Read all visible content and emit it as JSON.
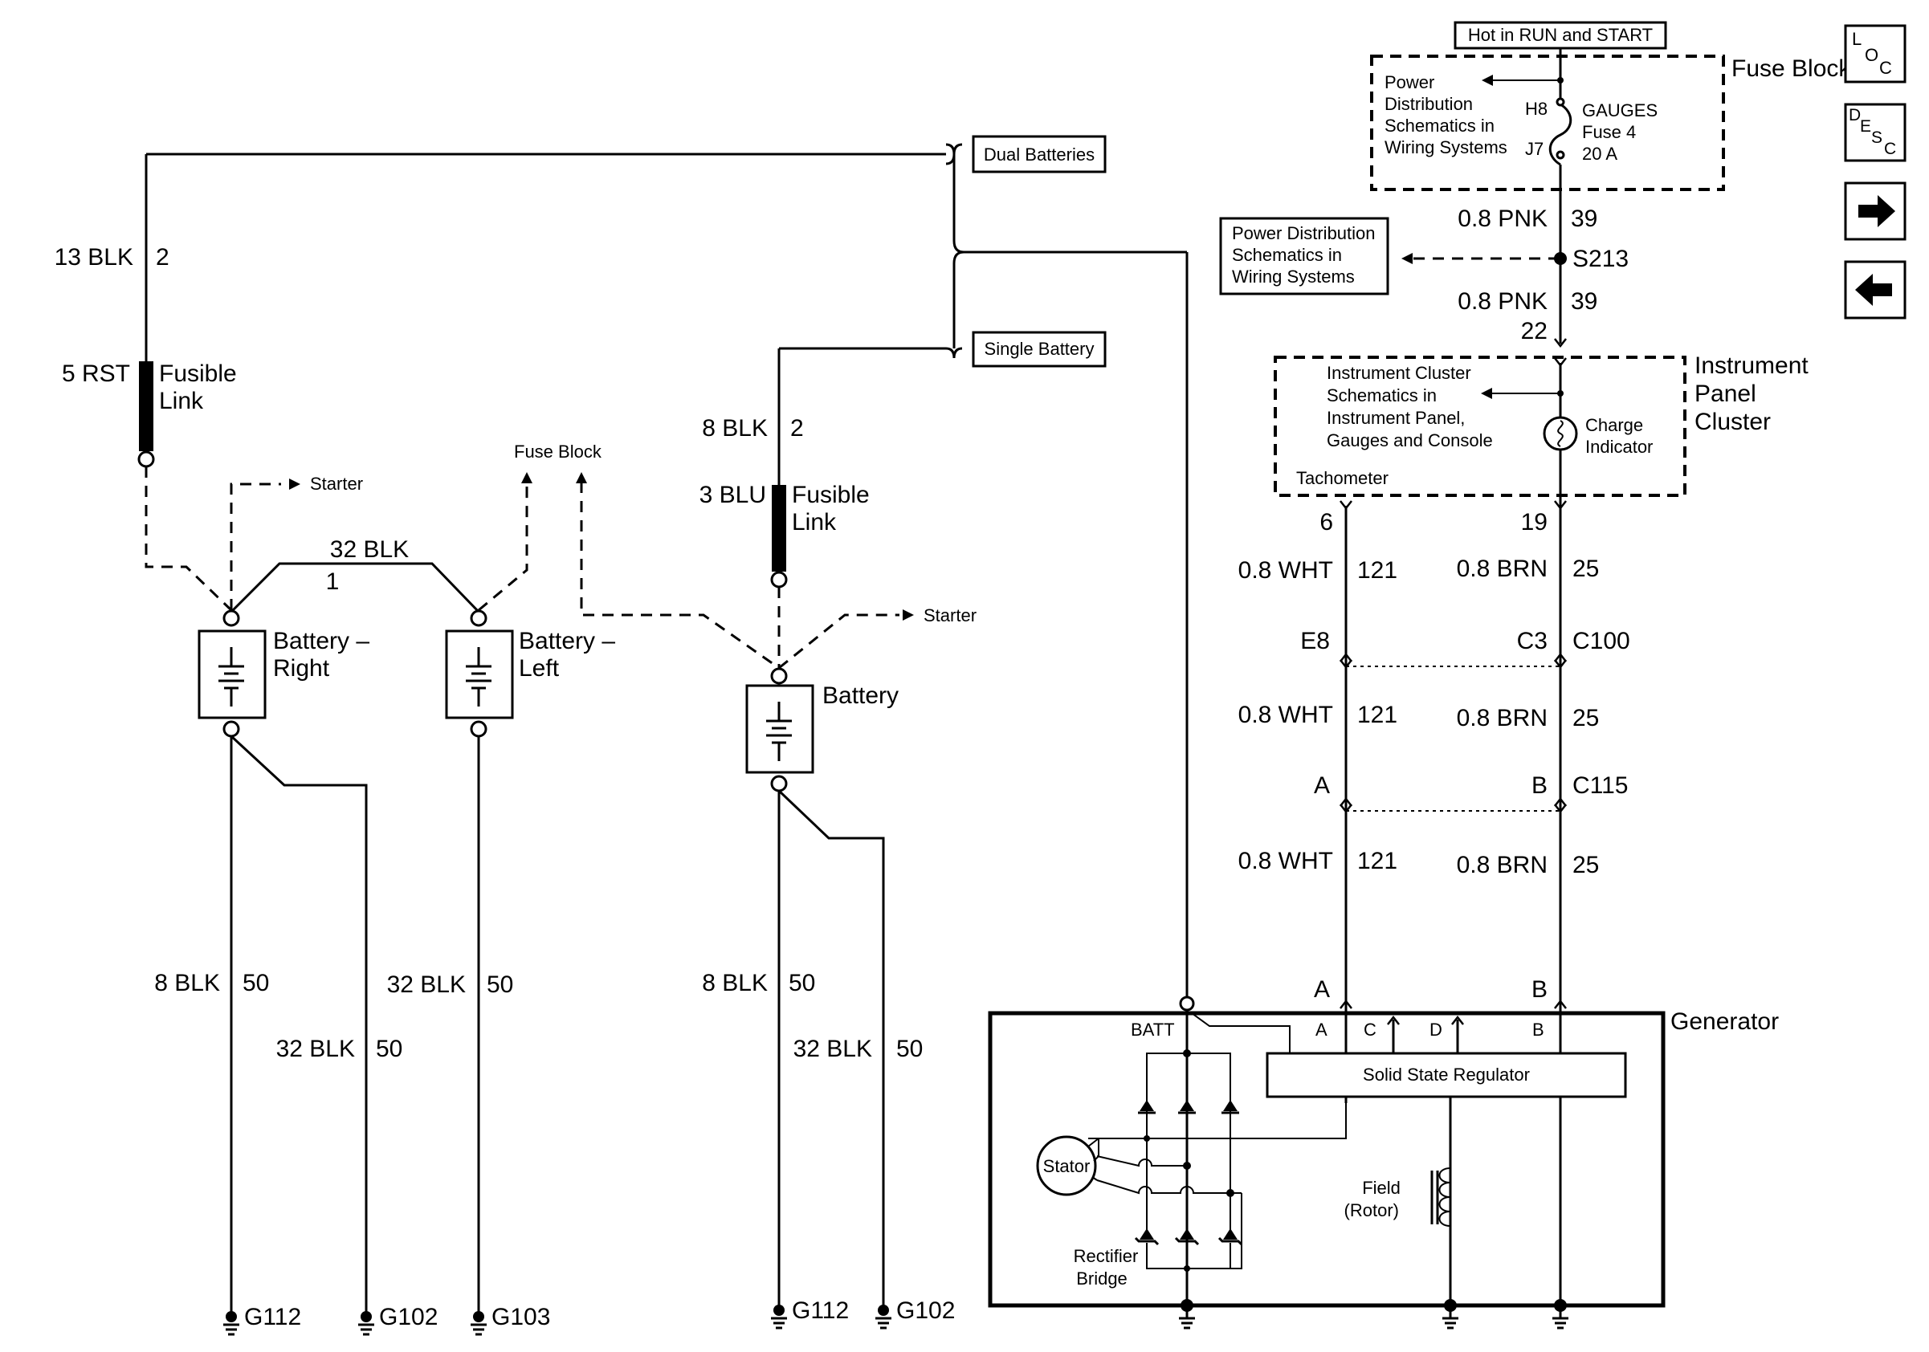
{
  "fuse_block": {
    "hot_label": "Hot in RUN and START",
    "title": "Fuse Block – I/P",
    "pds_ref": [
      "Power",
      "Distribution",
      "Schematics in",
      "Wiring Systems"
    ],
    "pin_in": "H8",
    "pin_out": "J7",
    "fuse_name": "GAUGES",
    "fuse_number": "Fuse 4",
    "fuse_rating": "20 A"
  },
  "splice": {
    "id": "S213",
    "ref": [
      "Power Distribution",
      "Schematics in",
      "Wiring Systems"
    ],
    "wire_above": {
      "gauge": "0.8 PNK",
      "circuit": "39"
    },
    "wire_below": {
      "gauge": "0.8 PNK",
      "circuit": "39"
    }
  },
  "cluster": {
    "title": [
      "Instrument",
      "Panel",
      "Cluster"
    ],
    "ref": [
      "Instrument Cluster",
      "Schematics in",
      "Instrument Panel,",
      "Gauges and Console"
    ],
    "charge_indicator": [
      "Charge",
      "Indicator"
    ],
    "tachometer": "Tachometer",
    "pin_in": "22",
    "pin_tach": "6",
    "pin_charge": "19"
  },
  "harness_wires": {
    "tach": {
      "gauge": "0.8 WHT",
      "circuit": "121"
    },
    "charge": {
      "gauge": "0.8 BRN",
      "circuit": "25"
    }
  },
  "connectors": {
    "c100": {
      "name": "C100",
      "tach_pin": "E8",
      "charge_pin": "C3"
    },
    "c115": {
      "name": "C115",
      "tach_pin": "A",
      "charge_pin": "B"
    }
  },
  "generator": {
    "title": "Generator",
    "term_batt": "BATT",
    "term_a": "A",
    "term_b": "B",
    "term_c": "C",
    "term_d": "D",
    "regulator": "Solid State Regulator",
    "stator": "Stator",
    "rectifier": [
      "Rectifier",
      "Bridge"
    ],
    "field": [
      "Field",
      "(Rotor)"
    ],
    "conn_a": "A",
    "conn_b": "B"
  },
  "options": {
    "dual": "Dual Batteries",
    "single": "Single Battery"
  },
  "dual_batteries": {
    "feed_wire": {
      "gauge": "13 BLK",
      "circuit": "2"
    },
    "fusible_link": {
      "gauge": "5 RST",
      "label": [
        "Fusible",
        "Link"
      ]
    },
    "interconnect": {
      "gauge": "32 BLK",
      "circuit": "1"
    },
    "starter": "Starter",
    "fuse_block": "Fuse Block",
    "battery_right": [
      "Battery –",
      "Right"
    ],
    "battery_left": [
      "Battery –",
      "Left"
    ],
    "gnd_right_wire": {
      "gauge": "8 BLK",
      "circuit": "50"
    },
    "gnd_right_wire2": {
      "gauge": "32 BLK",
      "circuit": "50"
    },
    "gnd_left_wire": {
      "gauge": "32 BLK",
      "circuit": "50"
    },
    "grounds": [
      "G112",
      "G102",
      "G103"
    ]
  },
  "single_battery": {
    "feed_wire": {
      "gauge": "8 BLK",
      "circuit": "2"
    },
    "fusible_link": {
      "gauge": "3 BLU",
      "label": [
        "Fusible",
        "Link"
      ]
    },
    "starter": "Starter",
    "battery": "Battery",
    "gnd_wire": {
      "gauge": "8 BLK",
      "circuit": "50"
    },
    "gnd_wire2": {
      "gauge": "32 BLK",
      "circuit": "50"
    },
    "grounds": [
      "G112",
      "G102"
    ]
  },
  "nav": {
    "loc": [
      "L",
      "O",
      "C"
    ],
    "desc": [
      "D",
      "E",
      "S",
      "C"
    ],
    "next_glyph": "➡",
    "prev_glyph": "⬅"
  }
}
